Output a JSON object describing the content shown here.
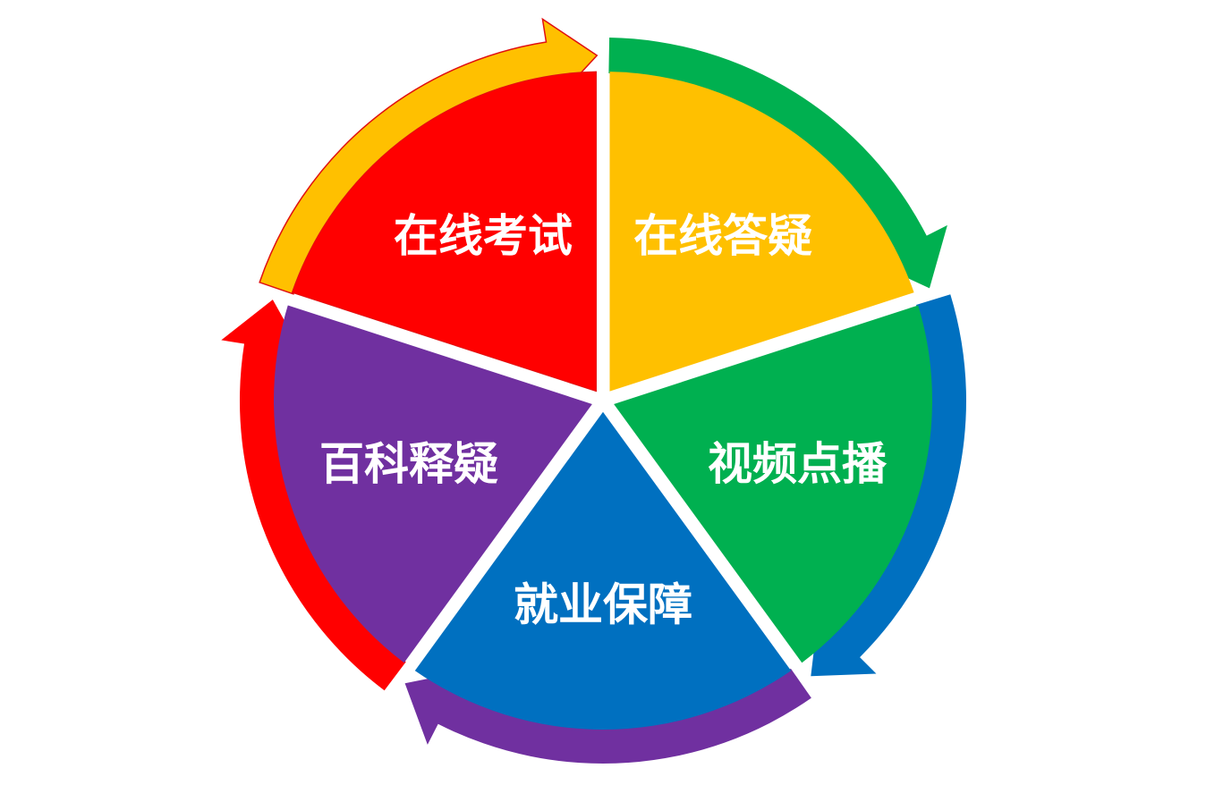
{
  "diagram": {
    "type": "cycle",
    "segments": [
      {
        "id": "online-qa",
        "label": "在线答疑",
        "fill": "#FFC000",
        "arrow_color": "#00B050"
      },
      {
        "id": "video-on-demand",
        "label": "视频点播",
        "fill": "#00B050",
        "arrow_color": "#0070C0"
      },
      {
        "id": "employment",
        "label": "就业保障",
        "fill": "#0070C0",
        "arrow_color": "#7030A0"
      },
      {
        "id": "encyclopedia",
        "label": "百科释疑",
        "fill": "#7030A0",
        "arrow_color": "#FF0000"
      },
      {
        "id": "online-exam",
        "label": "在线考试",
        "fill": "#FF0000",
        "arrow_color": "#FFC000"
      }
    ]
  }
}
